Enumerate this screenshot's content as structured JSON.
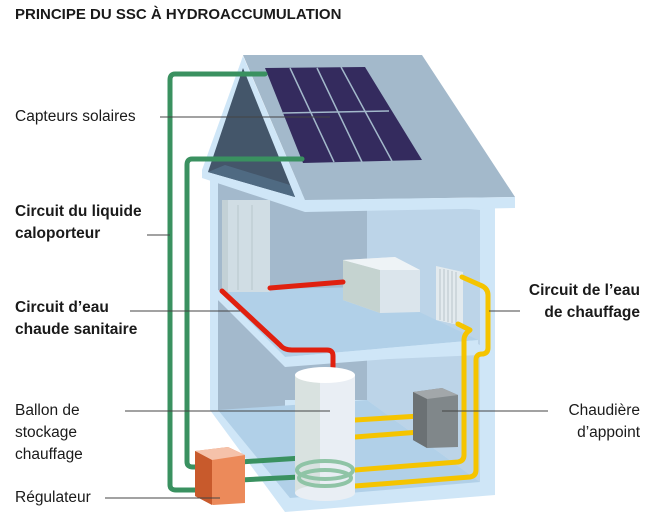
{
  "title": "PRINCIPE DU SSC À HYDROACCUMULATION",
  "labels": {
    "solar": "Capteurs solaires",
    "caloporteur_1": "Circuit du liquide",
    "caloporteur_2": "caloporteur",
    "sanitaire_1": "Circuit d’eau",
    "sanitaire_2": "chaude sanitaire",
    "ballon_1": "Ballon de",
    "ballon_2": "stockage",
    "ballon_3": "chauffage",
    "regulateur": "Régulateur",
    "chauffage_1": "Circuit de l’eau",
    "chauffage_2": "de chauffage",
    "chaudiere_1": "Chaudière",
    "chaudiere_2": "d’appoint"
  },
  "colors": {
    "caloporteur": "#3a9160",
    "sanitaire": "#e0200f",
    "chauffage": "#f5c400",
    "panel": "#342b5e",
    "roof": "#a3b9cb",
    "regulateur": "#ec8a5a",
    "chaudiere": "#80878a"
  }
}
